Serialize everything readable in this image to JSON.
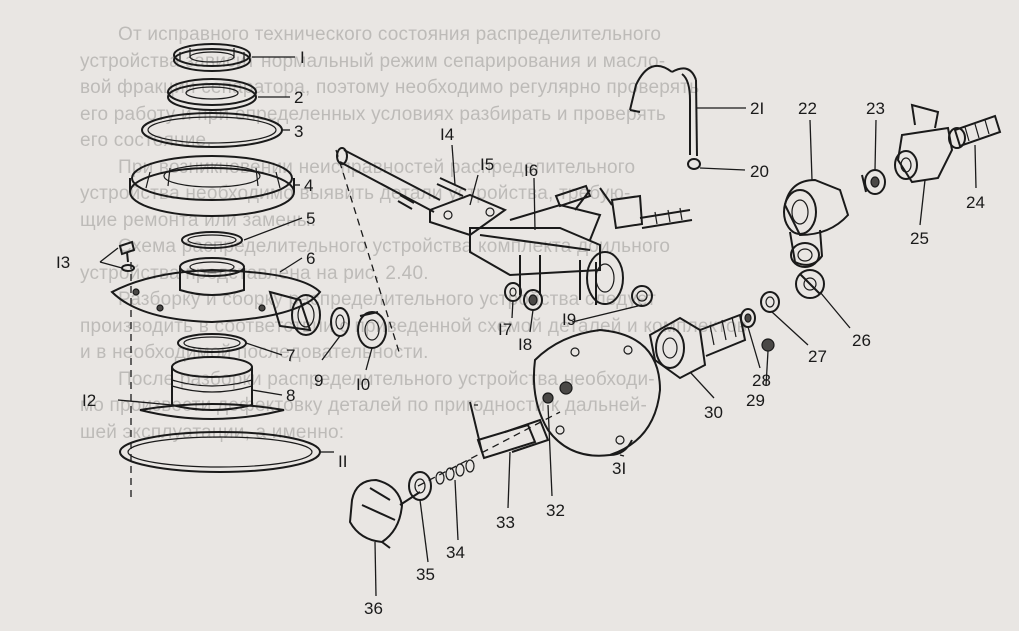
{
  "background_text": [
    "От исправного технического состояния распределительного",
    "устройства зависит нормальный режим сепарирования и масло-",
    "вой фракции сепаратора, поэтому необходимо регулярно проверять",
    "его работу и при определенных условиях разбирать и проверять",
    "его состояние.",
    "При возникновении неисправностей распределительного",
    "устройства необходимо выявить детали устройства, требую-",
    "щие ремонта или замены.",
    "Схема распределительного устройства комплекта доильного",
    "устройства представлена на рис. 2.40.",
    "Разборку и сборку распределительного устройства следует",
    "производить в соответствии с приведенной схемой деталей и комплектов",
    "и в необходимой последовательности.",
    "После разборки распределительного устройства необходи-",
    "мо произвести дефектовку деталей по пригодности к дальней-",
    "шей эксплуатации, а именно:"
  ],
  "labels": {
    "l1": "I",
    "l2": "2",
    "l3": "3",
    "l4": "4",
    "l5": "5",
    "l6": "6",
    "l7": "7",
    "l8": "8",
    "l9": "9",
    "l10": "I0",
    "l11": "II",
    "l12": "I2",
    "l13": "I3",
    "l14": "I4",
    "l15": "I5",
    "l16": "I6",
    "l17": "I7",
    "l18": "I8",
    "l19": "I9",
    "l20": "20",
    "l21": "2I",
    "l22": "22",
    "l23": "23",
    "l24": "24",
    "l25": "25",
    "l26": "26",
    "l27": "27",
    "l28": "28",
    "l29": "29",
    "l30": "30",
    "l31": "3I",
    "l32": "32",
    "l33": "33",
    "l34": "34",
    "l35": "35",
    "l36": "36"
  },
  "colors": {
    "ink": "#1a1a1a",
    "paper": "#e9e6e3",
    "faded_text": "#9a9896"
  }
}
